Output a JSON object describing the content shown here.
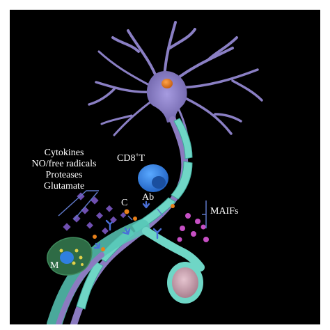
{
  "figure": {
    "labels": {
      "mediators": [
        "Cytokines",
        "NO/free radicals",
        "Proteases",
        "Glutamate"
      ],
      "cd8_base": "CD8",
      "cd8_sup": "+",
      "cd8_suffix": "T",
      "antibody": "Ab",
      "complement": "C",
      "maifs": "MAIFs",
      "macrophage": "M"
    },
    "colors": {
      "background": "#000000",
      "neuron_body": "#8a7fc4",
      "nucleus": "#e07a1e",
      "myelin": "#6fd6c6",
      "axon": "#8b7bc0",
      "t_cell": "#2f7fe0",
      "macrophage": "#2e6b45",
      "antibody": "#4a6fd8",
      "complement": "#e8801a",
      "maifs_dots": "#c64fc4",
      "mediator_diamonds": "#6f4fb0",
      "terminal_bulb": "#c89aa8"
    },
    "icons": [
      "neuron",
      "myelin-sheath",
      "t-cell",
      "macrophage",
      "antibody",
      "complement-dot",
      "maif-dot",
      "mediator-diamond"
    ]
  }
}
